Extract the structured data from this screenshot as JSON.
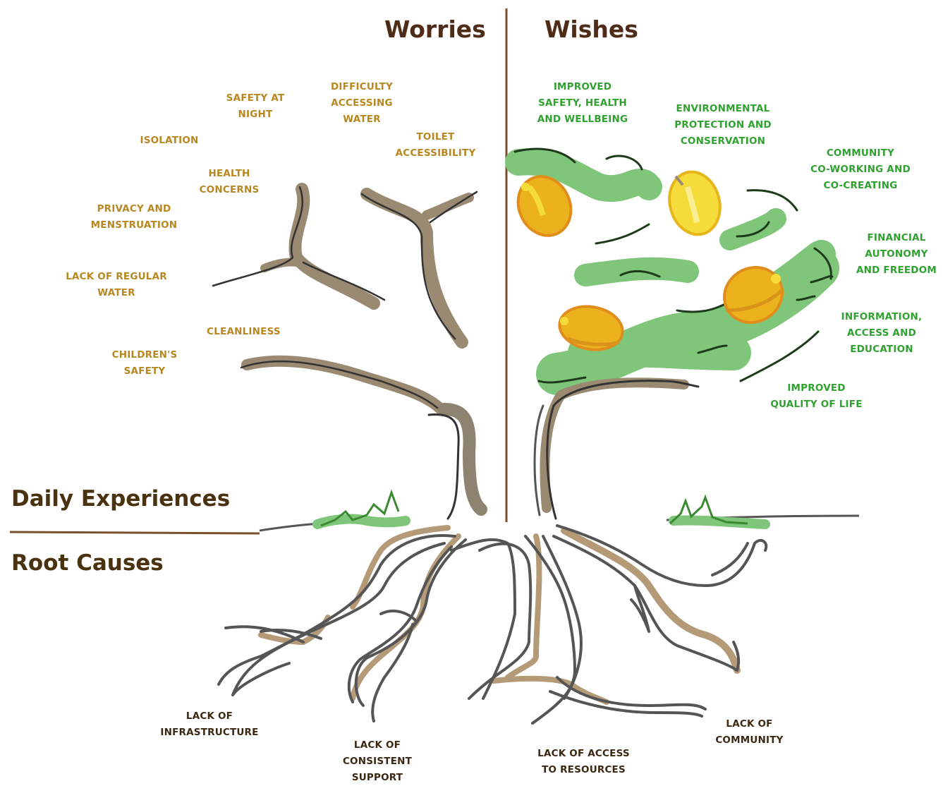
{
  "headings": {
    "worries": "Worries",
    "wishes": "Wishes"
  },
  "sections": {
    "daily": "Daily Experiences",
    "root": "Root Causes"
  },
  "worries": [
    "SAFETY AT\nNIGHT",
    "DIFFICULTY\nACCESSING\nWATER",
    "ISOLATION",
    "TOILET\nACCESSIBILITY",
    "HEALTH\nCONCERNS",
    "PRIVACY AND\nMENSTRUATION",
    "LACK OF REGULAR\nWATER",
    "CLEANLINESS",
    "CHILDREN'S\nSAFETY"
  ],
  "wishes": [
    "IMPROVED\nSAFETY, HEALTH\nAND WELLBEING",
    "ENVIRONMENTAL\nPROTECTION AND\nCONSERVATION",
    "COMMUNITY\nCO-WORKING AND\nCO-CREATING",
    "FINANCIAL\nAUTONOMY\nAND FREEDOM",
    "INFORMATION,\nACCESS AND\nEDUCATION",
    "IMPROVED\nQUALITY OF LIFE"
  ],
  "root_causes": [
    "LACK OF\nINFRASTRUCTURE",
    "LACK OF\nCONSISTENT\nSUPPORT",
    "LACK OF ACCESS\nTO RESOURCES",
    "LACK OF\nCOMMUNITY"
  ],
  "colors": {
    "worry_text": "#b8871f",
    "wish_text": "#2fa12f",
    "root_text": "#3b2812",
    "heading_text": "#4e2c17",
    "branch_dark": "#555555",
    "branch_brown": "#9b8a72",
    "foliage": "#7fc57a",
    "fruit": "#ecb21e",
    "fruit_light": "#f5dc3a"
  }
}
